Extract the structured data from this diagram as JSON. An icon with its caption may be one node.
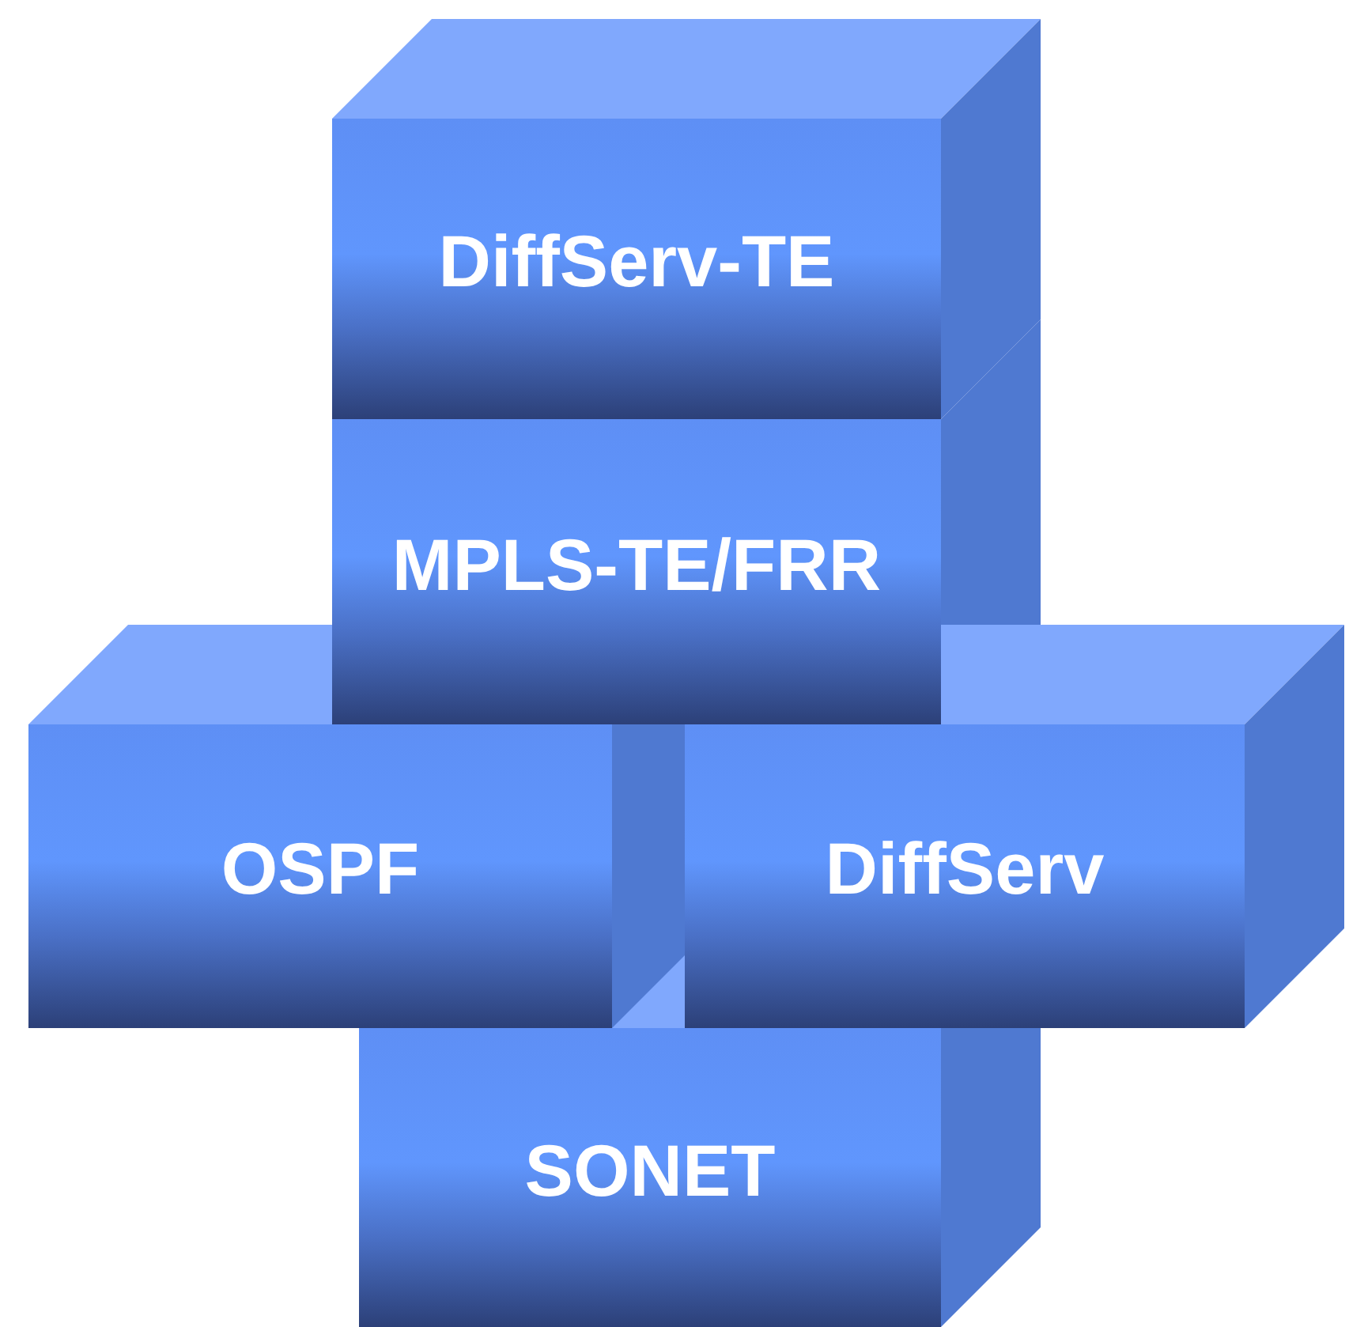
{
  "diagram": {
    "nodes": [
      {
        "text": [
          "DiffServ-TE"
        ]
      },
      {
        "text": [
          "MPLS-TE/FRR"
        ]
      },
      {
        "text": [
          "OSPF"
        ]
      },
      {
        "text": [
          "DiffServ"
        ]
      },
      {
        "text": [
          "SONET"
        ]
      }
    ]
  }
}
